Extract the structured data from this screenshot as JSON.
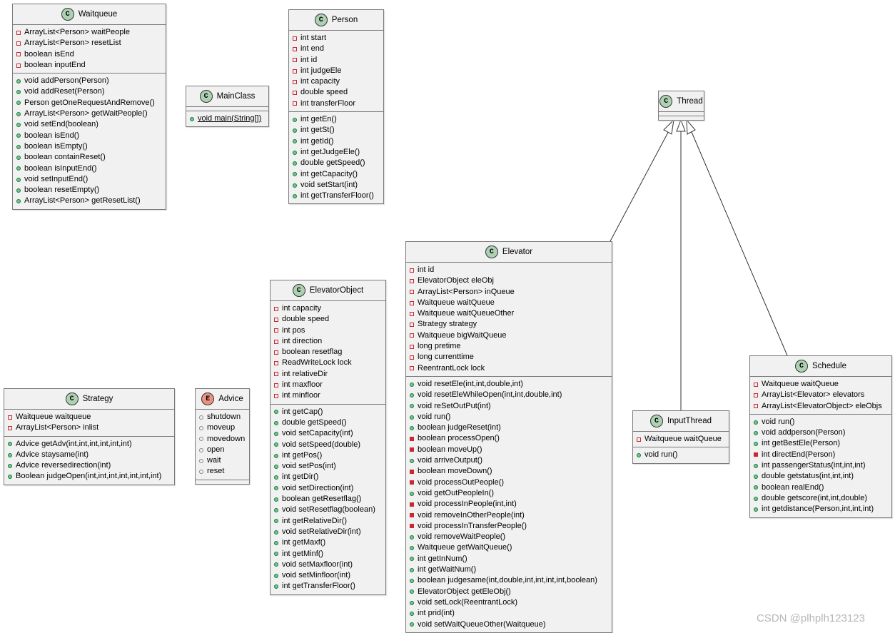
{
  "classes": {
    "waitqueue": {
      "name": "Waitqueue",
      "kind": "C",
      "fields": [
        [
          "priv",
          "ArrayList<Person> waitPeople"
        ],
        [
          "priv",
          "ArrayList<Person> resetList"
        ],
        [
          "priv",
          "boolean isEnd"
        ],
        [
          "priv",
          "boolean inputEnd"
        ]
      ],
      "methods": [
        [
          "pub",
          "void addPerson(Person)"
        ],
        [
          "pub",
          "void addReset(Person)"
        ],
        [
          "pub",
          "Person getOneRequestAndRemove()"
        ],
        [
          "pub",
          "ArrayList<Person> getWaitPeople()"
        ],
        [
          "pub",
          "void setEnd(boolean)"
        ],
        [
          "pub",
          "boolean isEnd()"
        ],
        [
          "pub",
          "boolean isEmpty()"
        ],
        [
          "pub",
          "boolean containReset()"
        ],
        [
          "pub",
          "boolean isInputEnd()"
        ],
        [
          "pub",
          "void setInputEnd()"
        ],
        [
          "pub",
          "boolean resetEmpty()"
        ],
        [
          "pub",
          "ArrayList<Person> getResetList()"
        ]
      ]
    },
    "mainclass": {
      "name": "MainClass",
      "kind": "C",
      "fields": [],
      "methods": [
        [
          "pub",
          "void main(String[])",
          "static"
        ]
      ]
    },
    "person": {
      "name": "Person",
      "kind": "C",
      "fields": [
        [
          "priv",
          "int start"
        ],
        [
          "priv",
          "int end"
        ],
        [
          "priv",
          "int id"
        ],
        [
          "priv",
          "int judgeEle"
        ],
        [
          "priv",
          "int capacity"
        ],
        [
          "priv",
          "double speed"
        ],
        [
          "priv",
          "int transferFloor"
        ]
      ],
      "methods": [
        [
          "pub",
          "int getEn()"
        ],
        [
          "pub",
          "int getSt()"
        ],
        [
          "pub",
          "int getId()"
        ],
        [
          "pub",
          "int getJudgeEle()"
        ],
        [
          "pub",
          "double getSpeed()"
        ],
        [
          "pub",
          "int getCapacity()"
        ],
        [
          "pub",
          "void setStart(int)"
        ],
        [
          "pub",
          "int getTransferFloor()"
        ]
      ]
    },
    "thread": {
      "name": "Thread",
      "kind": "C",
      "fields": [],
      "methods": []
    },
    "elevator": {
      "name": "Elevator",
      "kind": "C",
      "fields": [
        [
          "priv",
          "int id"
        ],
        [
          "priv",
          "ElevatorObject eleObj"
        ],
        [
          "priv",
          "ArrayList<Person> inQueue"
        ],
        [
          "priv",
          "Waitqueue waitQueue"
        ],
        [
          "priv",
          "Waitqueue waitQueueOther"
        ],
        [
          "priv",
          "Strategy strategy"
        ],
        [
          "priv",
          "Waitqueue bigWaitQueue"
        ],
        [
          "priv",
          "long pretime"
        ],
        [
          "priv",
          "long currenttime"
        ],
        [
          "priv",
          "ReentrantLock lock"
        ]
      ],
      "methods": [
        [
          "pub",
          "void resetEle(int,int,double,int)"
        ],
        [
          "pub",
          "void resetEleWhileOpen(int,int,double,int)"
        ],
        [
          "pub",
          "void reSetOutPut(int)"
        ],
        [
          "pub",
          "void run()"
        ],
        [
          "pub",
          "boolean judgeReset(int)"
        ],
        [
          "privm",
          "boolean processOpen()"
        ],
        [
          "privm",
          "boolean moveUp()"
        ],
        [
          "pub",
          "void arriveOutput()"
        ],
        [
          "privm",
          "boolean moveDown()"
        ],
        [
          "privm",
          "void processOutPeople()"
        ],
        [
          "pub",
          "void getOutPeopleIn()"
        ],
        [
          "privm",
          "void processInPeople(int,int)"
        ],
        [
          "privm",
          "void removeInOtherPeople(int)"
        ],
        [
          "privm",
          "void processInTransferPeople()"
        ],
        [
          "pub",
          "void removeWaitPeople()"
        ],
        [
          "pub",
          "Waitqueue getWaitQueue()"
        ],
        [
          "pub",
          "int getInNum()"
        ],
        [
          "pub",
          "int getWaitNum()"
        ],
        [
          "pub",
          "boolean judgesame(int,double,int,int,int,int,boolean)"
        ],
        [
          "pub",
          "ElevatorObject getEleObj()"
        ],
        [
          "pub",
          "void setLock(ReentrantLock)"
        ],
        [
          "pub",
          "int prid(int)"
        ],
        [
          "pub",
          "void setWaitQueueOther(Waitqueue)"
        ]
      ]
    },
    "elevatorobject": {
      "name": "ElevatorObject",
      "kind": "C",
      "fields": [
        [
          "priv",
          "int capacity"
        ],
        [
          "priv",
          "double speed"
        ],
        [
          "priv",
          "int pos"
        ],
        [
          "priv",
          "int direction"
        ],
        [
          "priv",
          "boolean resetflag"
        ],
        [
          "priv",
          "ReadWriteLock lock"
        ],
        [
          "priv",
          "int relativeDir"
        ],
        [
          "priv",
          "int maxfloor"
        ],
        [
          "priv",
          "int minfloor"
        ]
      ],
      "methods": [
        [
          "pub",
          "int getCap()"
        ],
        [
          "pub",
          "double getSpeed()"
        ],
        [
          "pub",
          "void setCapacity(int)"
        ],
        [
          "pub",
          "void setSpeed(double)"
        ],
        [
          "pub",
          "int getPos()"
        ],
        [
          "pub",
          "void setPos(int)"
        ],
        [
          "pub",
          "int getDir()"
        ],
        [
          "pub",
          "void setDirection(int)"
        ],
        [
          "pub",
          "boolean getResetflag()"
        ],
        [
          "pub",
          "void setResetflag(boolean)"
        ],
        [
          "pub",
          "int getRelativeDir()"
        ],
        [
          "pub",
          "void setRelativeDir(int)"
        ],
        [
          "pub",
          "int getMaxf()"
        ],
        [
          "pub",
          "int getMinf()"
        ],
        [
          "pub",
          "void setMaxfloor(int)"
        ],
        [
          "pub",
          "void setMinfloor(int)"
        ],
        [
          "pub",
          "int getTransferFloor()"
        ]
      ]
    },
    "strategy": {
      "name": "Strategy",
      "kind": "C",
      "fields": [
        [
          "priv",
          "Waitqueue waitqueue"
        ],
        [
          "priv",
          "ArrayList<Person> inlist"
        ]
      ],
      "methods": [
        [
          "pub",
          "Advice getAdv(int,int,int,int,int,int)"
        ],
        [
          "pub",
          "Advice staysame(int)"
        ],
        [
          "pub",
          "Advice reversedirection(int)"
        ],
        [
          "pub",
          "Boolean judgeOpen(int,int,int,int,int,int,int)"
        ]
      ]
    },
    "advice": {
      "name": "Advice",
      "kind": "E",
      "fields": [
        [
          "enum",
          "shutdown"
        ],
        [
          "enum",
          "moveup"
        ],
        [
          "enum",
          "movedown"
        ],
        [
          "enum",
          "open"
        ],
        [
          "enum",
          "wait"
        ],
        [
          "enum",
          "reset"
        ]
      ],
      "methods": []
    },
    "inputthread": {
      "name": "InputThread",
      "kind": "C",
      "fields": [
        [
          "priv",
          "Waitqueue waitQueue"
        ]
      ],
      "methods": [
        [
          "pub",
          "void run()"
        ]
      ]
    },
    "schedule": {
      "name": "Schedule",
      "kind": "C",
      "fields": [
        [
          "priv",
          "Waitqueue waitQueue"
        ],
        [
          "priv",
          "ArrayList<Elevator> elevators"
        ],
        [
          "priv",
          "ArrayList<ElevatorObject> eleObjs"
        ]
      ],
      "methods": [
        [
          "pub",
          "void run()"
        ],
        [
          "pub",
          "void addperson(Person)"
        ],
        [
          "pub",
          "int getBestEle(Person)"
        ],
        [
          "privm",
          "int directEnd(Person)"
        ],
        [
          "pub",
          "int passengerStatus(int,int,int)"
        ],
        [
          "pub",
          "double getstatus(int,int,int)"
        ],
        [
          "pub",
          "boolean realEnd()"
        ],
        [
          "pub",
          "double getscore(int,int,double)"
        ],
        [
          "pub",
          "int getdistance(Person,int,int,int)"
        ]
      ]
    }
  },
  "relations": [
    {
      "from": "Elevator",
      "to": "Thread",
      "type": "extends"
    },
    {
      "from": "InputThread",
      "to": "Thread",
      "type": "extends"
    },
    {
      "from": "Schedule",
      "to": "Thread",
      "type": "extends"
    }
  ],
  "watermark": "CSDN @plhplh123123"
}
